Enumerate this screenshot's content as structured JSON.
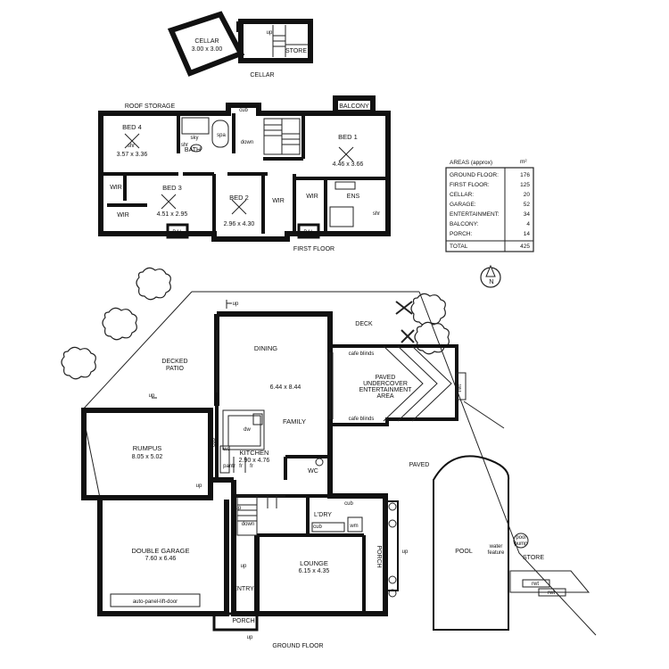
{
  "cellar": {
    "room_name": "CELLAR",
    "room_dims": "3.00 x 3.00",
    "up": "up",
    "store": "STORE",
    "title": "CELLAR"
  },
  "first_floor": {
    "title": "FIRST FLOOR",
    "roof_storage": "ROOF STORAGE",
    "balcony": "BALCONY",
    "cub": "cub",
    "down": "down",
    "spa": "spa",
    "sky": "sky",
    "bath": "BATH",
    "shr": "shr",
    "ens": "ENS",
    "wir": "WIR",
    "bal": "BAL",
    "bed1": {
      "name": "BED 1",
      "dims": "4.46 x 3.66"
    },
    "bed2": {
      "name": "BED 2",
      "dims": "2.96 x 4.30"
    },
    "bed3": {
      "name": "BED 3",
      "dims": "4.51 x 2.95"
    },
    "bed4": {
      "name": "BED 4",
      "dims": "3.57 x 3.36"
    }
  },
  "areas": {
    "header": "AREAS (approx)",
    "unit": "m²",
    "rows": [
      {
        "label": "GROUND FLOOR:",
        "value": "176"
      },
      {
        "label": "FIRST FLOOR:",
        "value": "125"
      },
      {
        "label": "CELLAR:",
        "value": "20"
      },
      {
        "label": "GARAGE:",
        "value": "52"
      },
      {
        "label": "ENTERTAINMENT:",
        "value": "34"
      },
      {
        "label": "BALCONY:",
        "value": "4"
      },
      {
        "label": "PORCH:",
        "value": "14"
      }
    ],
    "total_label": "TOTAL",
    "total_value": "425"
  },
  "compass": {
    "letter": "N"
  },
  "ground_floor": {
    "title": "GROUND FLOOR",
    "decked_patio": "DECKED\nPATIO",
    "deck": "DECK",
    "dining": "DINING",
    "family_dims": "6.44 x 8.44",
    "family": "FAMILY",
    "cafe_blinds": "cafe blinds",
    "paved_ent_1": "PAVED",
    "paved_ent_2": "UNDERCOVER",
    "paved_ent_3": "ENTERTAINMENT",
    "paved_ent_4": "AREA",
    "rwt": "rwt",
    "rumpus": {
      "name": "RUMPUS",
      "dims": "8.05 x 5.02"
    },
    "kitchen": {
      "name": "KITCHEN",
      "dims": "2.90 x 4.76"
    },
    "dw": "dw",
    "wo": "wo",
    "cub": "cub",
    "pantry": "pantr",
    "fr": "fr",
    "wc": "WC",
    "paved": "PAVED",
    "up": "up",
    "down": "down",
    "ldry": "L'DRY",
    "wm": "wm",
    "double_garage": {
      "name": "DOUBLE GARAGE",
      "dims": "7.60 x 6.46"
    },
    "garage_door": "auto-panel-lift-door",
    "entry": "ENTRY",
    "porch": "PORCH",
    "lounge": {
      "name": "LOUNGE",
      "dims": "6.15 x 4.35"
    },
    "pool": "POOL",
    "water_feature_1": "water",
    "water_feature_2": "feature",
    "pool_pump_1": "pool",
    "pool_pump_2": "pump",
    "store": "STORE"
  }
}
